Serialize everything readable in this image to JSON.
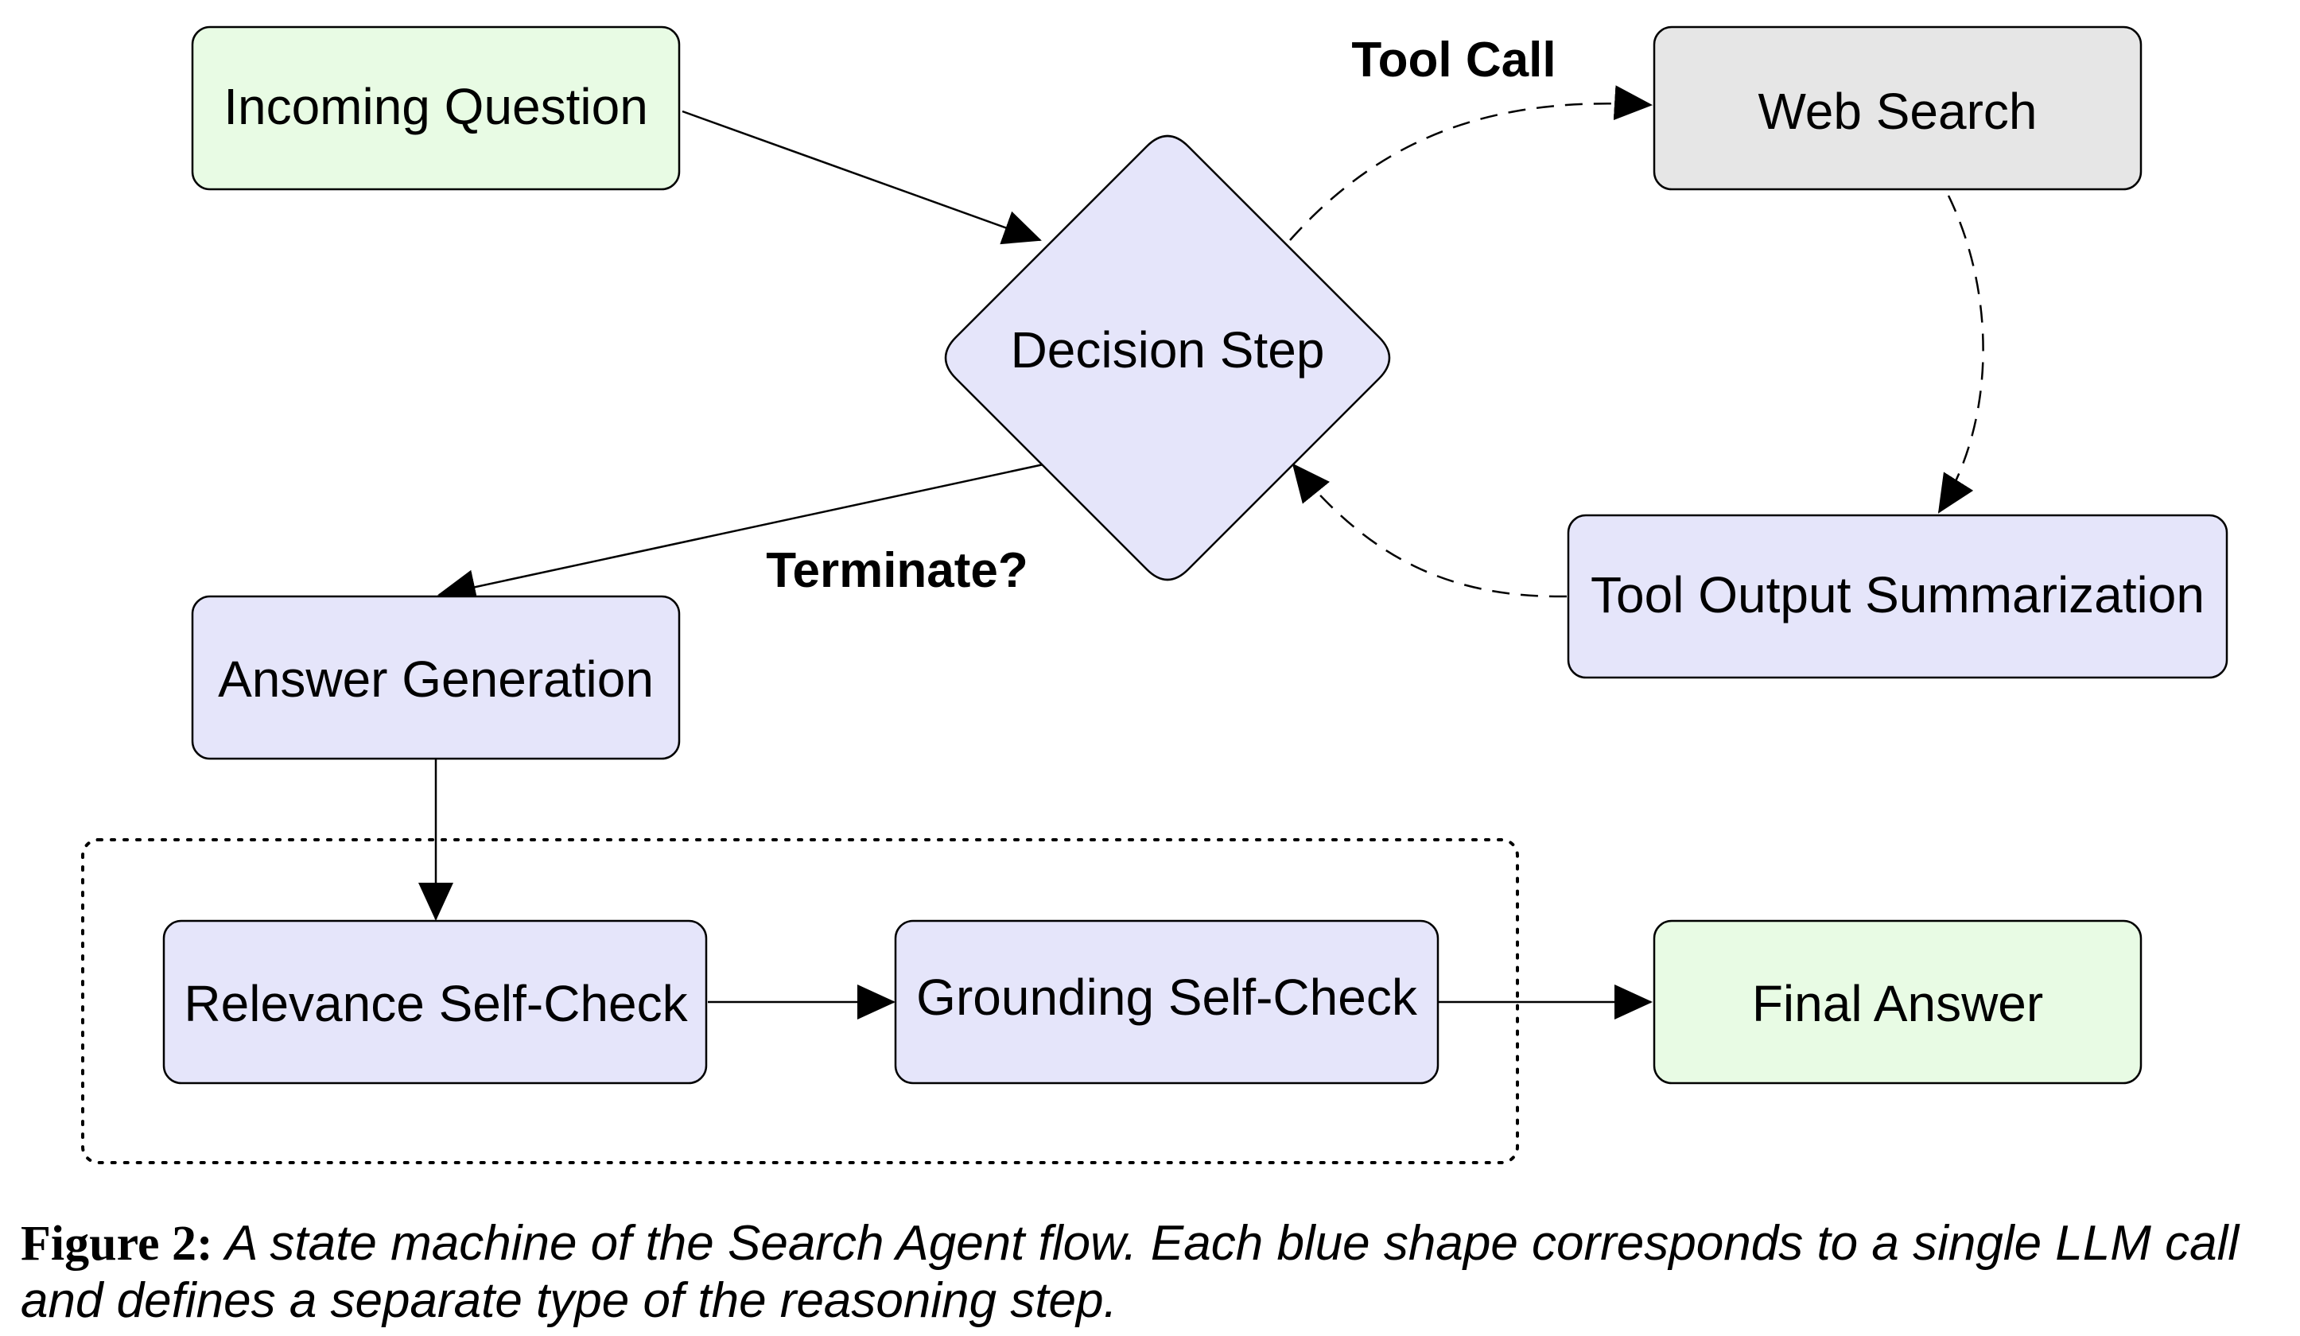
{
  "colors": {
    "terminal_fill": "#e8fbe4",
    "llm_step_fill": "#e5e5fa",
    "tool_fill": "#e6e6e6",
    "stroke": "#000000"
  },
  "nodes": {
    "incoming_question": "Incoming Question",
    "decision_step": "Decision Step",
    "web_search": "Web Search",
    "tool_output_summarization": "Tool Output Summarization",
    "answer_generation": "Answer Generation",
    "relevance_self_check": "Relevance Self-Check",
    "grounding_self_check": "Grounding Self-Check",
    "final_answer": "Final Answer"
  },
  "edge_labels": {
    "tool_call": "Tool Call",
    "terminate": "Terminate?"
  },
  "caption": {
    "label": "Figure 2:",
    "text": "A state machine of the Search Agent flow. Each blue shape corresponds to a single LLM call and defines a separate type of the reasoning step."
  }
}
